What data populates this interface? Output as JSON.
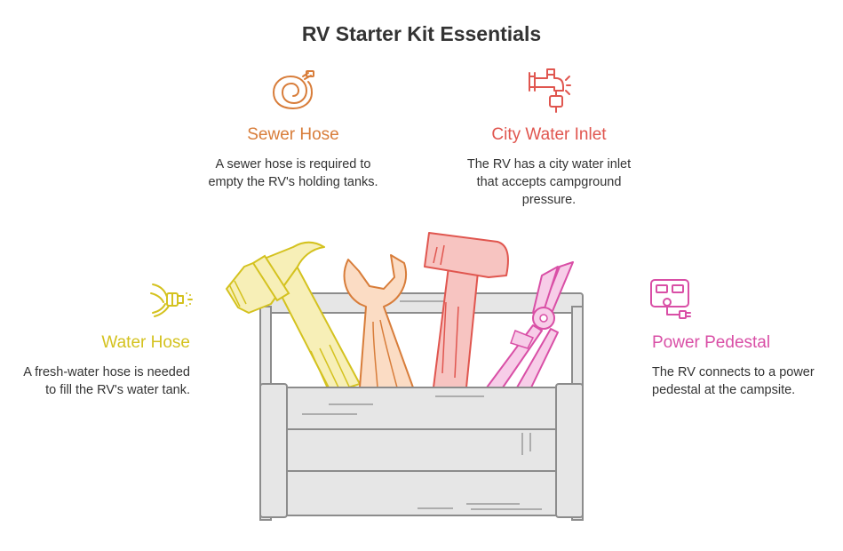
{
  "title": "RV Starter Kit Essentials",
  "colors": {
    "sewer": "#d87d3a",
    "city": "#e0564f",
    "water": "#d4c21f",
    "power": "#d94fa6",
    "toolbox": "#e6e6e6"
  },
  "items": [
    {
      "icon": "sewer-hose-icon",
      "heading": "Sewer Hose",
      "description": "A sewer hose is required to empty the RV's holding tanks."
    },
    {
      "icon": "water-faucet-icon",
      "heading": "City Water Inlet",
      "description": "The RV has a city water inlet that accepts campground pressure."
    },
    {
      "icon": "hose-nozzle-icon",
      "heading": "Water Hose",
      "description": "A fresh-water hose is needed to fill the RV's water tank."
    },
    {
      "icon": "trailer-plug-icon",
      "heading": "Power Pedestal",
      "description": "The RV connects to a power pedestal at the campsite."
    }
  ]
}
